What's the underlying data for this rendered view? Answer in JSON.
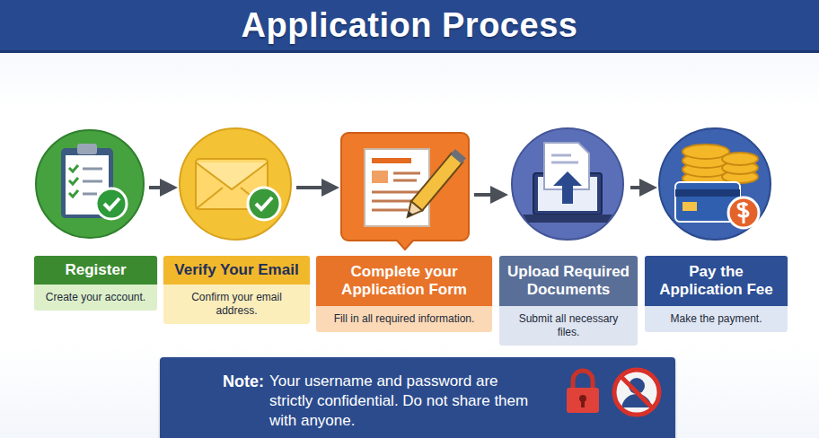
{
  "diagram": {
    "title": "Application Process",
    "nodes": [
      {
        "text": [
          "Register",
          "Create your account."
        ]
      },
      {
        "text": [
          "Verify Your Email",
          "Confirm your email address."
        ]
      },
      {
        "text": [
          "Complete your Application Form",
          "Fill in all required information."
        ]
      },
      {
        "text": [
          "Upload Required Documents",
          "Submit all necessary files."
        ]
      },
      {
        "text": [
          "Pay the Application Fee",
          "Make the payment."
        ]
      },
      {
        "text": [
          "Note:",
          "Your username and password are strictly confidential. Do not share them with anyone."
        ]
      }
    ],
    "edges": [
      {
        "from": 0,
        "to": 1,
        "arrow": "to"
      },
      {
        "from": 1,
        "to": 2,
        "arrow": "to"
      },
      {
        "from": 2,
        "to": 3,
        "arrow": "to"
      },
      {
        "from": 3,
        "to": 4,
        "arrow": "to"
      }
    ]
  }
}
